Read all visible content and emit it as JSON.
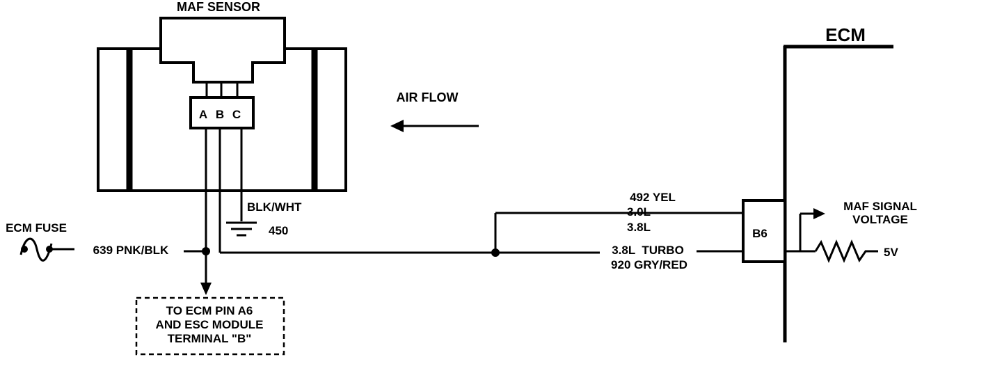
{
  "maf_sensor": {
    "title": "MAF SENSOR",
    "pins": [
      "A",
      "B",
      "C"
    ]
  },
  "air_flow": {
    "label": "AIR FLOW"
  },
  "ground": {
    "wire_label": "BLK/WHT",
    "circuit": "450"
  },
  "ecm_fuse": {
    "label": "ECM FUSE",
    "wire_label": "639 PNK/BLK"
  },
  "to_ecm_box": {
    "lines": [
      "TO ECM PIN A6",
      "AND ESC MODULE",
      "TERMINAL \"B\""
    ]
  },
  "signal_wire": {
    "upper_lines": [
      "492 YEL",
      "3.0L",
      "3.8L"
    ],
    "lower_lines": [
      "3.8L  TURBO",
      "920 GRY/RED"
    ]
  },
  "ecm": {
    "title": "ECM",
    "terminal": "B6",
    "signal_label_lines": [
      "MAF SIGNAL",
      "VOLTAGE"
    ],
    "reference_voltage": "5V"
  }
}
